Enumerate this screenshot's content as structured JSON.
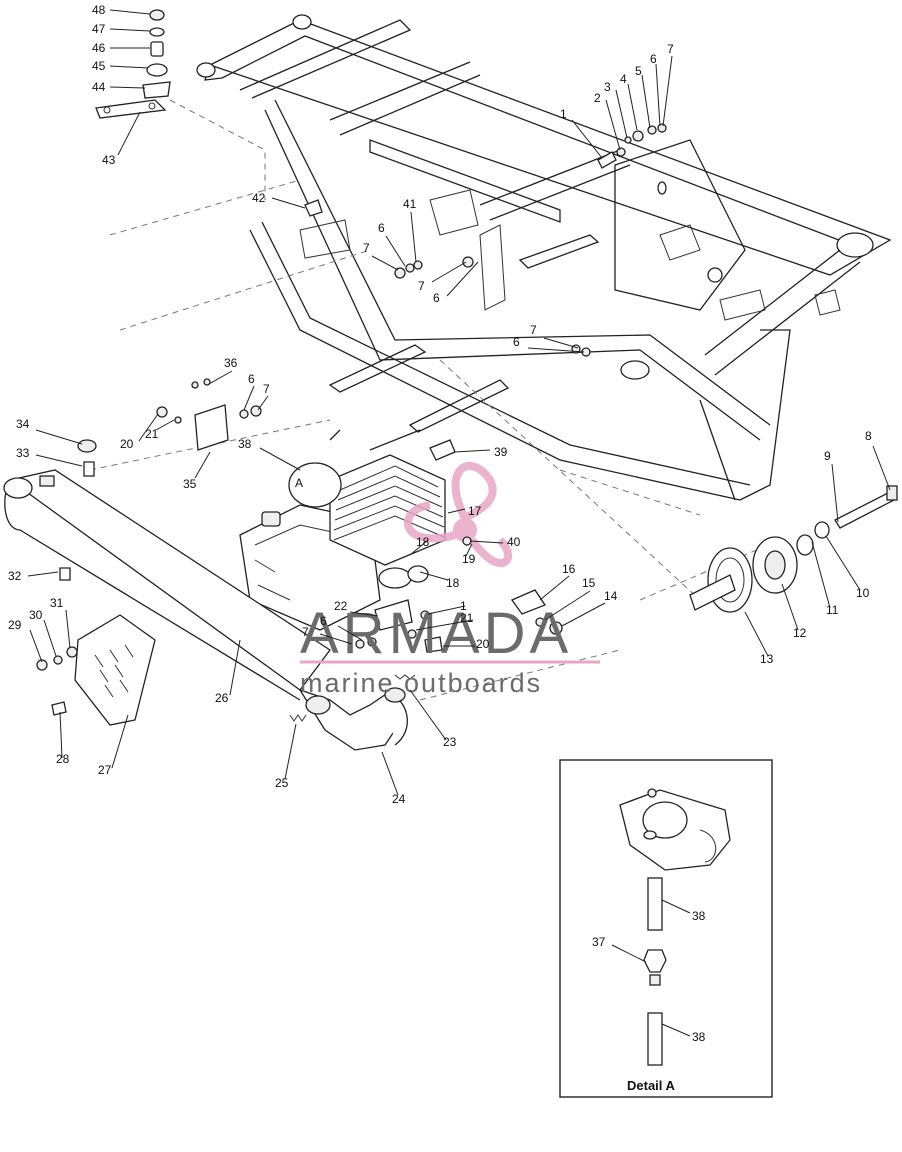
{
  "watermark": {
    "brand": "ARMADA",
    "tagline": "marine outboards",
    "accent_color": "#e8a6c6"
  },
  "detail": {
    "title": "Detail A"
  },
  "callouts": [
    {
      "label": "48"
    },
    {
      "label": "47"
    },
    {
      "label": "46"
    },
    {
      "label": "45"
    },
    {
      "label": "44"
    },
    {
      "label": "43"
    },
    {
      "label": "42"
    },
    {
      "label": "1"
    },
    {
      "label": "2"
    },
    {
      "label": "3"
    },
    {
      "label": "4"
    },
    {
      "label": "5"
    },
    {
      "label": "6"
    },
    {
      "label": "7"
    },
    {
      "label": "41"
    },
    {
      "label": "6"
    },
    {
      "label": "7"
    },
    {
      "label": "7"
    },
    {
      "label": "6"
    },
    {
      "label": "7"
    },
    {
      "label": "6"
    },
    {
      "label": "36"
    },
    {
      "label": "6"
    },
    {
      "label": "7"
    },
    {
      "label": "20"
    },
    {
      "label": "21"
    },
    {
      "label": "34"
    },
    {
      "label": "33"
    },
    {
      "label": "35"
    },
    {
      "label": "38"
    },
    {
      "label": "A"
    },
    {
      "label": "39"
    },
    {
      "label": "17"
    },
    {
      "label": "40"
    },
    {
      "label": "18"
    },
    {
      "label": "19"
    },
    {
      "label": "18"
    },
    {
      "label": "16"
    },
    {
      "label": "15"
    },
    {
      "label": "14"
    },
    {
      "label": "22"
    },
    {
      "label": "1"
    },
    {
      "label": "6"
    },
    {
      "label": "21"
    },
    {
      "label": "7"
    },
    {
      "label": "20"
    },
    {
      "label": "32"
    },
    {
      "label": "29"
    },
    {
      "label": "30"
    },
    {
      "label": "31"
    },
    {
      "label": "28"
    },
    {
      "label": "27"
    },
    {
      "label": "26"
    },
    {
      "label": "25"
    },
    {
      "label": "24"
    },
    {
      "label": "23"
    },
    {
      "label": "8"
    },
    {
      "label": "9"
    },
    {
      "label": "10"
    },
    {
      "label": "11"
    },
    {
      "label": "12"
    },
    {
      "label": "13"
    },
    {
      "label": "38"
    },
    {
      "label": "37"
    },
    {
      "label": "38"
    }
  ]
}
